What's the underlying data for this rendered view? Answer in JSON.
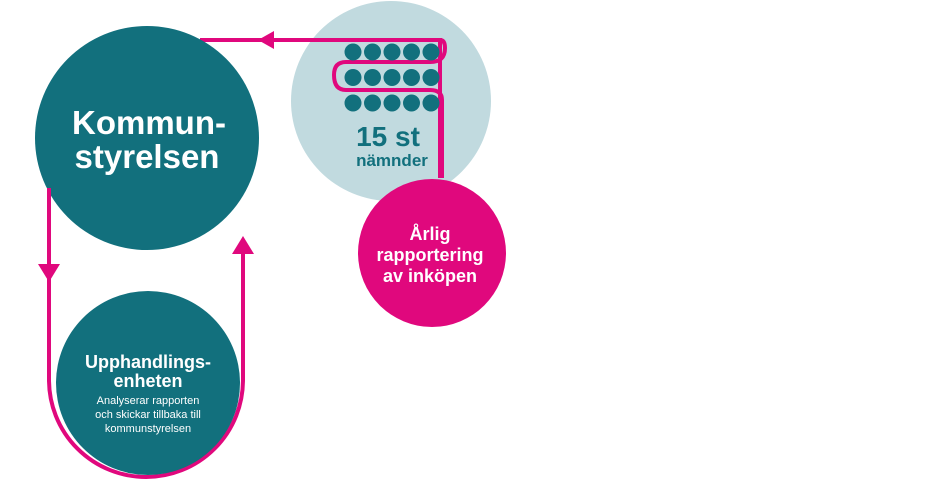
{
  "colors": {
    "teal_dark": "#12707d",
    "teal_light": "#c1dadf",
    "magenta": "#e0087d",
    "white": "#ffffff"
  },
  "kommunstyrelsen": {
    "line1": "Kommun-",
    "line2": "styrelsen"
  },
  "namnder": {
    "count": "15 st",
    "label": "nämnder",
    "dots_per_row": 5,
    "rows": 3
  },
  "rapportering": {
    "line1": "Årlig",
    "line2": "rapportering",
    "line3": "av inköpen"
  },
  "upphandlingsenheten": {
    "title1": "Upphandlings-",
    "title2": "enheten",
    "desc1": "Analyserar rapporten",
    "desc2": "och skickar tillbaka till",
    "desc3": "kommunstyrelsen"
  }
}
